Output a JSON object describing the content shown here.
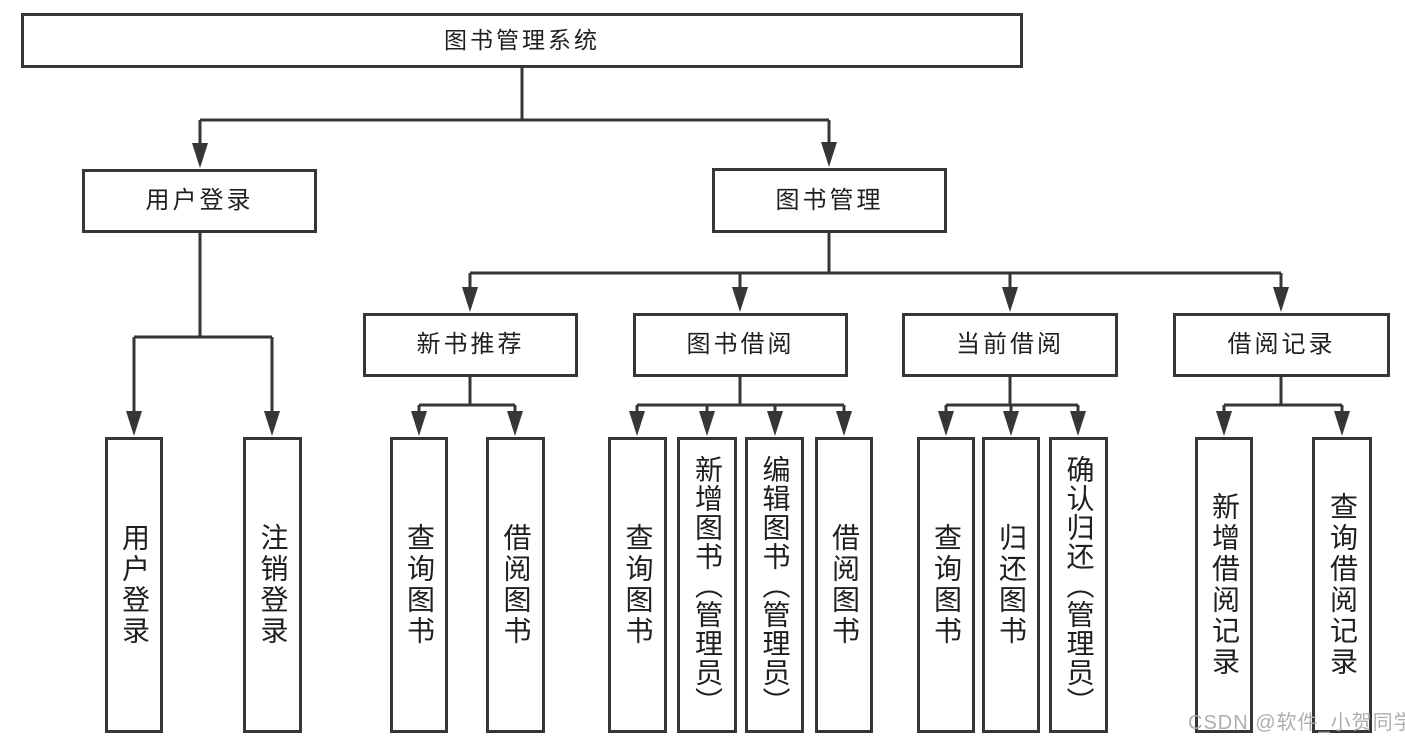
{
  "title": "图书管理系统",
  "watermark": "CSDN @软件_小贺同学",
  "colors": {
    "line": "#363636",
    "box_border": "#363636",
    "box_fill": "#ffffff",
    "text": "#1f1f1f",
    "watermark": "#a8a8a8",
    "background": "#ffffff"
  },
  "nodes": {
    "root": {
      "id": "library-management-system",
      "label": "图书管理系统"
    },
    "level2": [
      {
        "id": "user-login",
        "label": "用户登录",
        "parent": "library-management-system"
      },
      {
        "id": "book-management",
        "label": "图书管理",
        "parent": "library-management-system"
      }
    ],
    "level3": [
      {
        "id": "new-book-recommend",
        "label": "新书推荐",
        "parent": "book-management"
      },
      {
        "id": "book-borrow",
        "label": "图书借阅",
        "parent": "book-management"
      },
      {
        "id": "current-borrow",
        "label": "当前借阅",
        "parent": "book-management"
      },
      {
        "id": "borrow-records",
        "label": "借阅记录",
        "parent": "book-management"
      }
    ],
    "leaves": [
      {
        "id": "user-login-leaf",
        "label": "用户登录",
        "parent": "user-login"
      },
      {
        "id": "logout-leaf",
        "label": "注销登录",
        "parent": "user-login"
      },
      {
        "id": "query-books-recommend",
        "label": "查询图书",
        "parent": "new-book-recommend"
      },
      {
        "id": "borrow-books-recommend",
        "label": "借阅图书",
        "parent": "new-book-recommend"
      },
      {
        "id": "query-books-borrow",
        "label": "查询图书",
        "parent": "book-borrow"
      },
      {
        "id": "add-books-admin",
        "label": "新增图书（管理员）",
        "parent": "book-borrow"
      },
      {
        "id": "edit-books-admin",
        "label": "编辑图书（管理员）",
        "parent": "book-borrow"
      },
      {
        "id": "borrow-books",
        "label": "借阅图书",
        "parent": "book-borrow"
      },
      {
        "id": "query-books-current",
        "label": "查询图书",
        "parent": "current-borrow"
      },
      {
        "id": "return-books",
        "label": "归还图书",
        "parent": "current-borrow"
      },
      {
        "id": "confirm-return-admin",
        "label": "确认归还（管理员）",
        "parent": "current-borrow"
      },
      {
        "id": "add-borrow-record",
        "label": "新增借阅记录",
        "parent": "borrow-records"
      },
      {
        "id": "query-borrow-record",
        "label": "查询借阅记录",
        "parent": "borrow-records"
      }
    ]
  }
}
